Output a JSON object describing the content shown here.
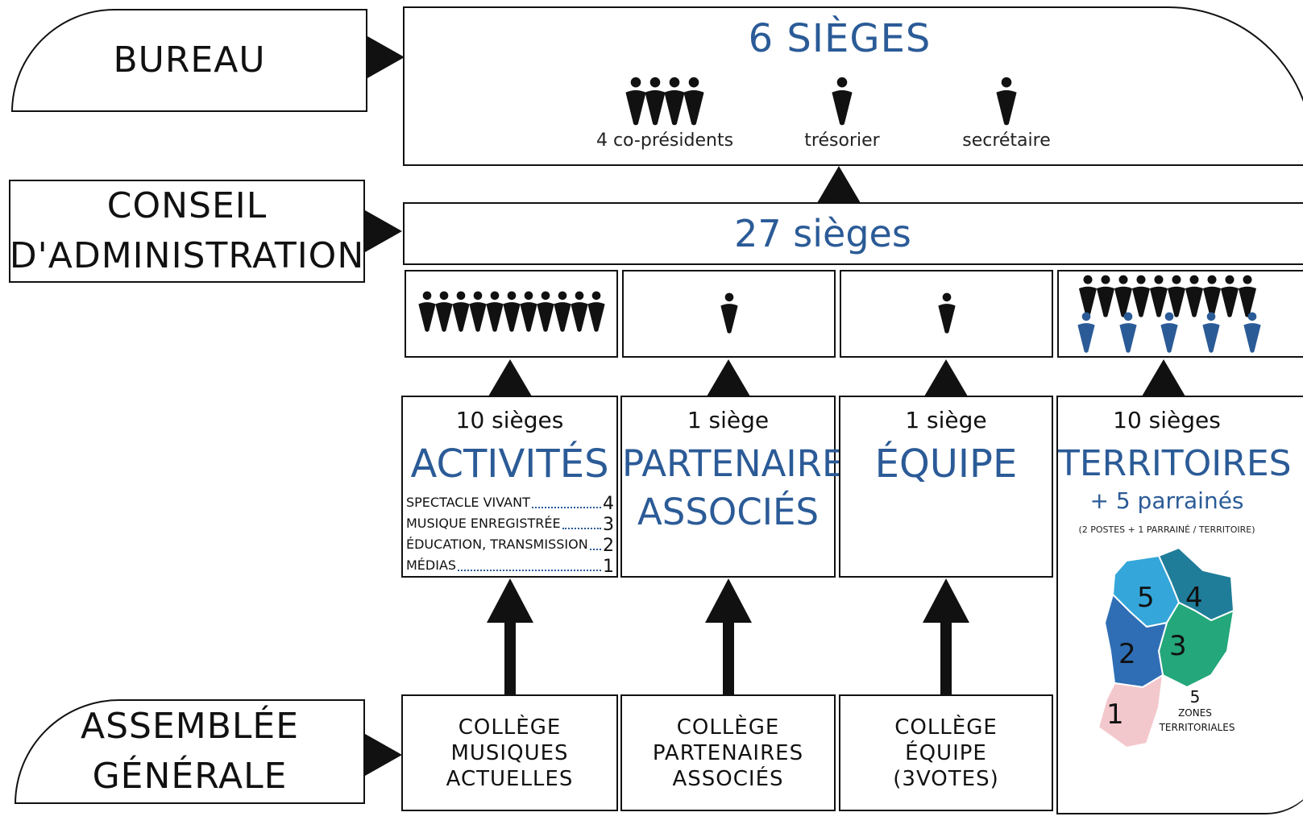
{
  "levels": {
    "bureau": "BUREAU",
    "conseil_line1": "CONSEIL",
    "conseil_line2": "D'ADMINISTRATION",
    "assemblee_line1": "ASSEMBLÉE",
    "assemblee_line2": "GÉNÉRALE"
  },
  "bureau": {
    "title": "6 SIÈGES",
    "roles": [
      {
        "count": 4,
        "label": "4 co-présidents"
      },
      {
        "count": 1,
        "label": "trésorier"
      },
      {
        "count": 1,
        "label": "secrétaire"
      }
    ]
  },
  "conseil": {
    "title": "27 sièges"
  },
  "columns": [
    {
      "seats_label": "10 sièges",
      "title_line1": "ACTIVITÉS",
      "title_line2": "",
      "people_black": 11,
      "people_blue": 0,
      "breakdown": [
        {
          "label": "SPECTACLE VIVANT",
          "value": "4"
        },
        {
          "label": "MUSIQUE ENREGISTRÉE",
          "value": "3"
        },
        {
          "label": "ÉDUCATION, TRANSMISSION",
          "value": "2"
        },
        {
          "label": "MÉDIAS",
          "value": "1"
        }
      ],
      "college": [
        "COLLÈGE",
        "MUSIQUES",
        "ACTUELLES"
      ]
    },
    {
      "seats_label": "1 siège",
      "title_line1": "PARTENAIRES",
      "title_line2": "ASSOCIÉS",
      "people_black": 1,
      "people_blue": 0,
      "college": [
        "COLLÈGE",
        "PARTENAIRES",
        "ASSOCIÉS"
      ]
    },
    {
      "seats_label": "1 siège",
      "title_line1": "ÉQUIPE",
      "title_line2": "",
      "people_black": 1,
      "people_blue": 0,
      "college": [
        "COLLÈGE",
        "ÉQUIPE",
        "(3VOTES)"
      ]
    },
    {
      "seats_label": "10 sièges",
      "title_line1": "TERRITOIRES",
      "subtitle": "+ 5 parrainés",
      "note": "(2 POSTES + 1 PARRAINÉ / TERRITOIRE)",
      "people_black": 10,
      "people_blue": 5,
      "zones_number": "5",
      "zones_label_1": "ZONES",
      "zones_label_2": "TERRITORIALES",
      "zone_labels": [
        "1",
        "2",
        "3",
        "4",
        "5"
      ]
    }
  ],
  "colors": {
    "blue": "#2b5b97",
    "black": "#111111",
    "zone1": "#f3c8cc",
    "zone2": "#2f6eb5",
    "zone3": "#24a77a",
    "zone4": "#1f7d99",
    "zone5": "#35a6d9"
  }
}
